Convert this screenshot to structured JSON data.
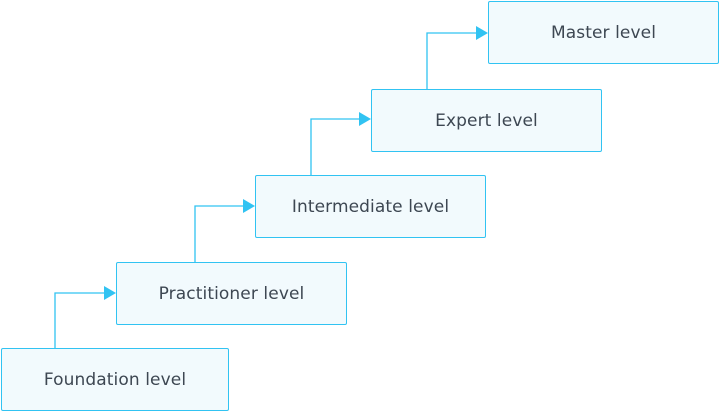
{
  "colors": {
    "accent": "#31c3f2",
    "box_fill": "#f2fafd",
    "text": "#3d4752"
  },
  "levels": [
    {
      "label": "Foundation level"
    },
    {
      "label": "Practitioner level"
    },
    {
      "label": "Intermediate level"
    },
    {
      "label": "Expert level"
    },
    {
      "label": "Master level"
    }
  ]
}
